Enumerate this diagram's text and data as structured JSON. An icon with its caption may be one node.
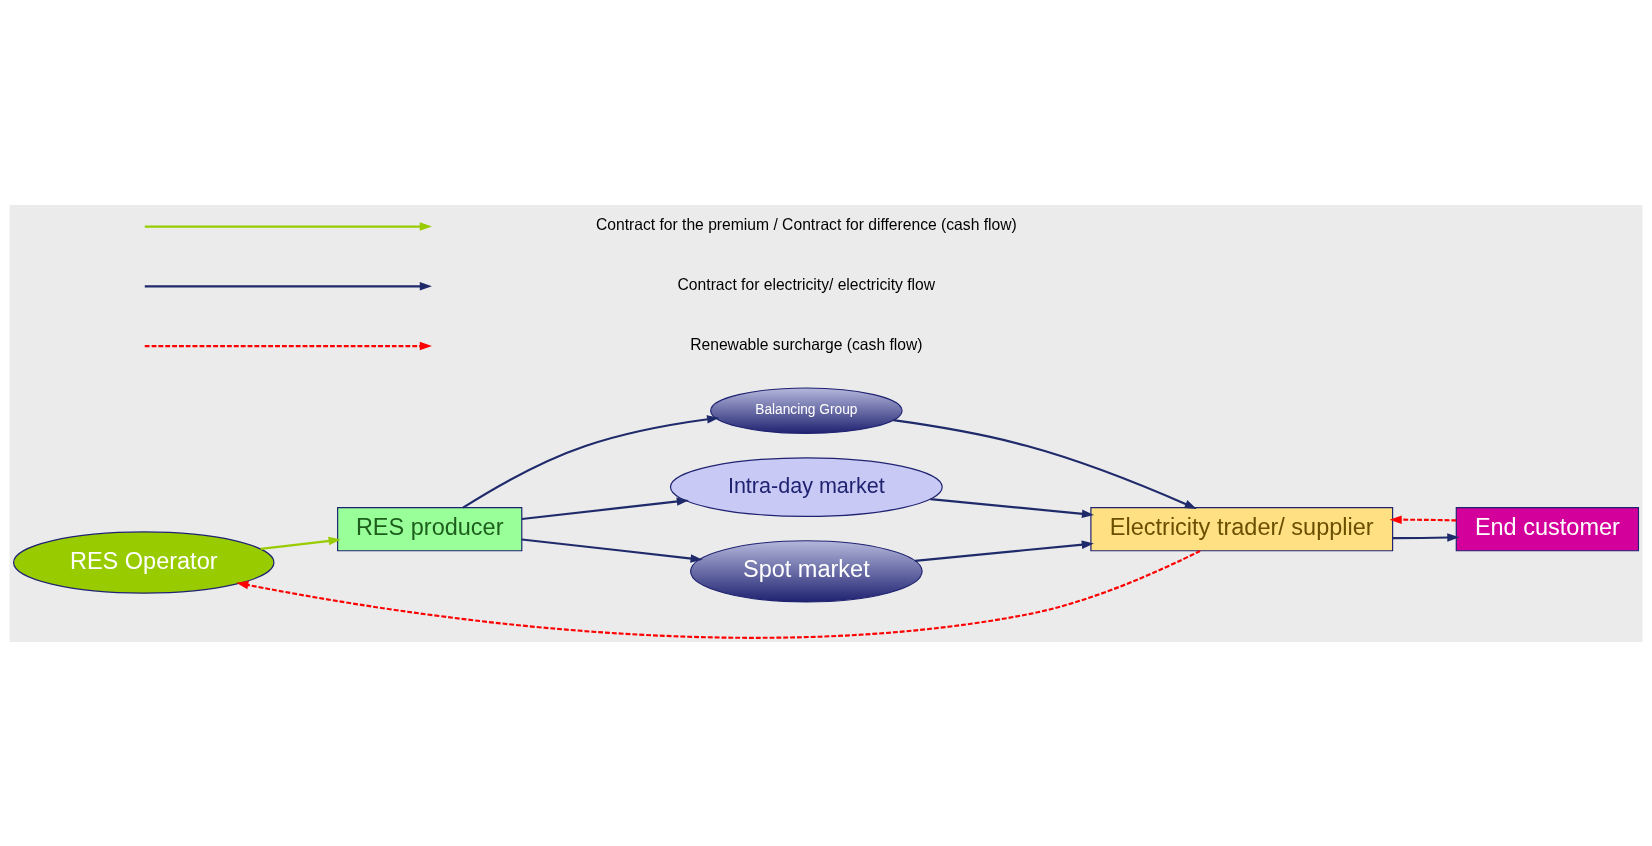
{
  "diagram": {
    "nodes": [
      {
        "text": [
          "RES Operator"
        ]
      },
      {
        "text": [
          "Electricity trader/ supplier"
        ]
      },
      {
        "text": [
          "Balancing Group"
        ]
      },
      {
        "text": [
          "Intra-day market"
        ]
      },
      {
        "text": [
          "RES producer"
        ]
      },
      {
        "text": [
          "Spot market"
        ]
      },
      {
        "text": [
          "End customer"
        ]
      }
    ],
    "edges": [
      {
        "from": 1,
        "to": 0,
        "arrow": "to",
        "style": "dashed",
        "color": "#ff0000"
      },
      {
        "from": 0,
        "to": 4,
        "arrow": "to",
        "color": "#99cc00"
      },
      {
        "from": 4,
        "to": 2,
        "arrow": "to"
      },
      {
        "from": 4,
        "to": 3,
        "arrow": "to"
      },
      {
        "from": 4,
        "to": 5,
        "arrow": "to"
      },
      {
        "from": 2,
        "to": 1,
        "arrow": "to"
      },
      {
        "from": 3,
        "to": 1,
        "arrow": "to"
      },
      {
        "from": 5,
        "to": 1,
        "arrow": "to"
      },
      {
        "from": 1,
        "to": 6,
        "arrow": "to"
      },
      {
        "from": 6,
        "to": 1,
        "arrow": "to",
        "style": "dashed",
        "color": "#ff0000"
      }
    ],
    "legend": [
      {
        "text": "Contract for the premium / Contract for difference (cash flow)"
      },
      {
        "text": "Contract for electricity/ electricity flow"
      },
      {
        "text": "Renewable surcharge (cash flow)"
      }
    ]
  }
}
